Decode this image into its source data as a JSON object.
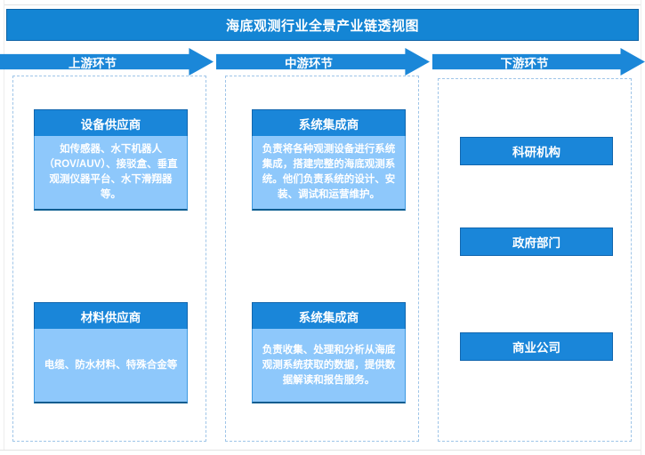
{
  "chart_title": "海底观测行业全景产业链透视图",
  "colors": {
    "title_bar": "#1485d4",
    "arrow": "#1b87d8",
    "card_header": "#1a86d9",
    "card_body": "#8ec8fb",
    "column_border": "#9fc5e8",
    "text_on_blue": "#ffffff"
  },
  "stages": [
    {
      "arrow_label": "上游环节",
      "cards": [
        {
          "title": "设备供应商",
          "body": "如传感器、水下机器人（ROV/AUV）、接驳盒、垂直观测仪器平台、水下滑翔器等。"
        },
        {
          "title": "材料供应商",
          "body": "电缆、防水材料、特殊合金等"
        }
      ]
    },
    {
      "arrow_label": "中游环节",
      "cards": [
        {
          "title": "系统集成商",
          "body": "负责将各种观测设备进行系统集成，搭建完整的海底观测系统。他们负责系统的设计、安装、调试和运营维护。"
        },
        {
          "title": "系统集成商",
          "body": "负责收集、处理和分析从海底观测系统获取的数据，提供数据解读和报告服务。"
        }
      ]
    },
    {
      "arrow_label": "下游环节",
      "bars": [
        {
          "title": "科研机构"
        },
        {
          "title": "政府部门"
        },
        {
          "title": "商业公司"
        }
      ]
    }
  ]
}
